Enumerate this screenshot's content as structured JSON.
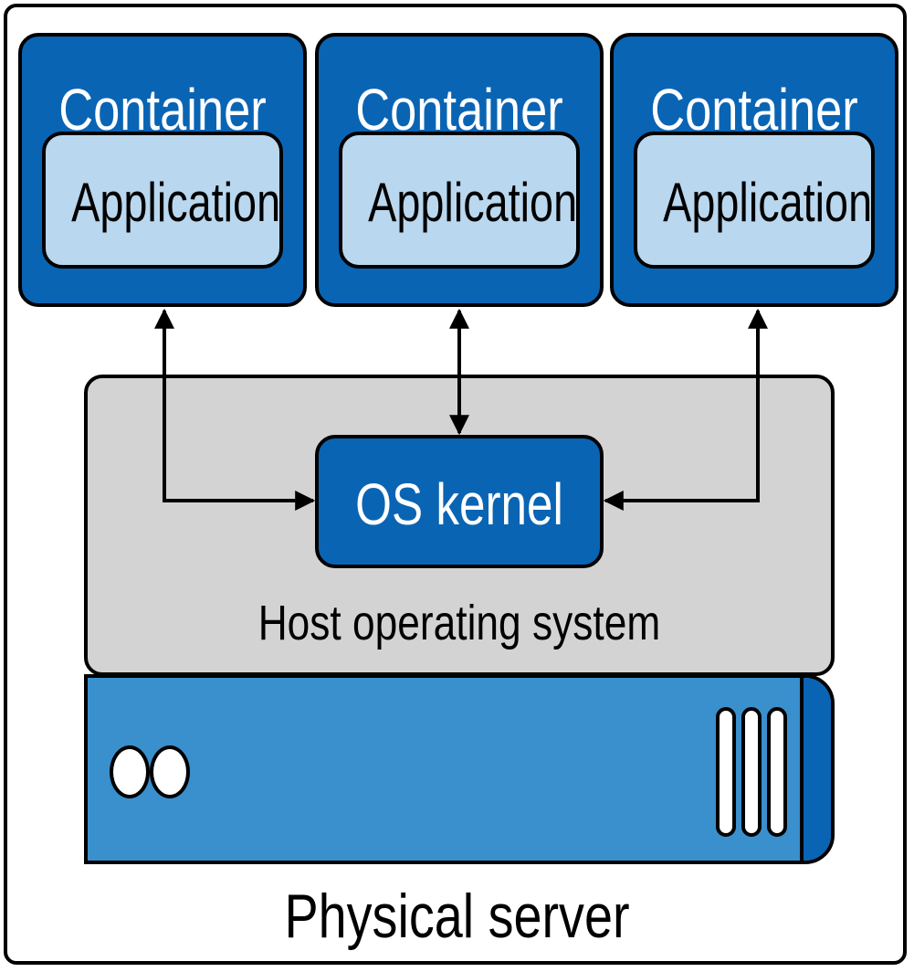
{
  "containers": [
    {
      "title": "Container",
      "app": "Application"
    },
    {
      "title": "Container",
      "app": "Application"
    },
    {
      "title": "Container",
      "app": "Application"
    }
  ],
  "kernel": {
    "label": "OS kernel"
  },
  "host": {
    "label": "Host operating system"
  },
  "server": {
    "label": "Physical server"
  },
  "colors": {
    "container_fill": "#0a64b4",
    "application_fill": "#b9d7ee",
    "host_fill": "#d3d3d3",
    "server_fill": "#3a8fcd",
    "outline": "#000000"
  }
}
